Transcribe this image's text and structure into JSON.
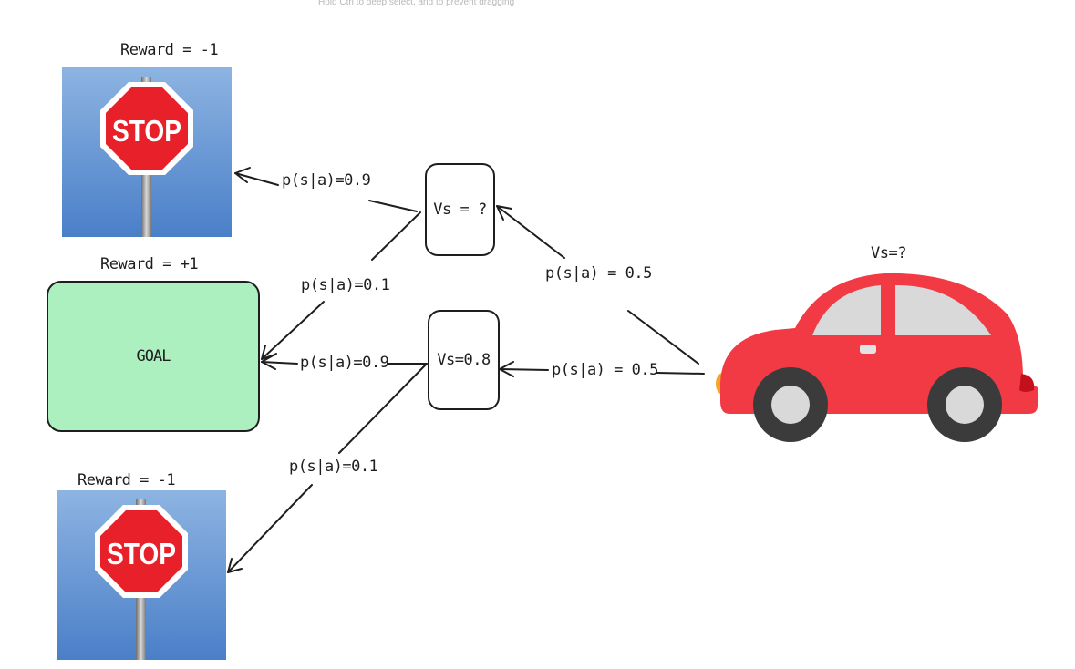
{
  "hint": "Hold Ctrl to deep select, and to prevent dragging",
  "rewards": {
    "top": "Reward = -1",
    "middle": "Reward = +1",
    "bottom": "Reward = -1"
  },
  "stop_sign_text": "STOP",
  "goal_label": "GOAL",
  "states": {
    "upper": "Vs = ?",
    "lower": "Vs=0.8",
    "car": "Vs=?"
  },
  "edges": {
    "upper_to_top_stop": "p(s|a)=0.9",
    "upper_to_goal": "p(s|a)=0.1",
    "lower_to_goal": "p(s|a)=0.9",
    "lower_to_bottom_stop": "p(s|a)=0.1",
    "car_to_upper": "p(s|a) = 0.5",
    "car_to_lower": "p(s|a) = 0.5"
  },
  "colors": {
    "goal_fill": "#adf0c0",
    "stop_red": "#e8202a",
    "sky_top": "#8db4e2",
    "sky_bottom": "#4a7fc8",
    "car_red": "#f23a45",
    "stroke": "#1e1e1e"
  }
}
